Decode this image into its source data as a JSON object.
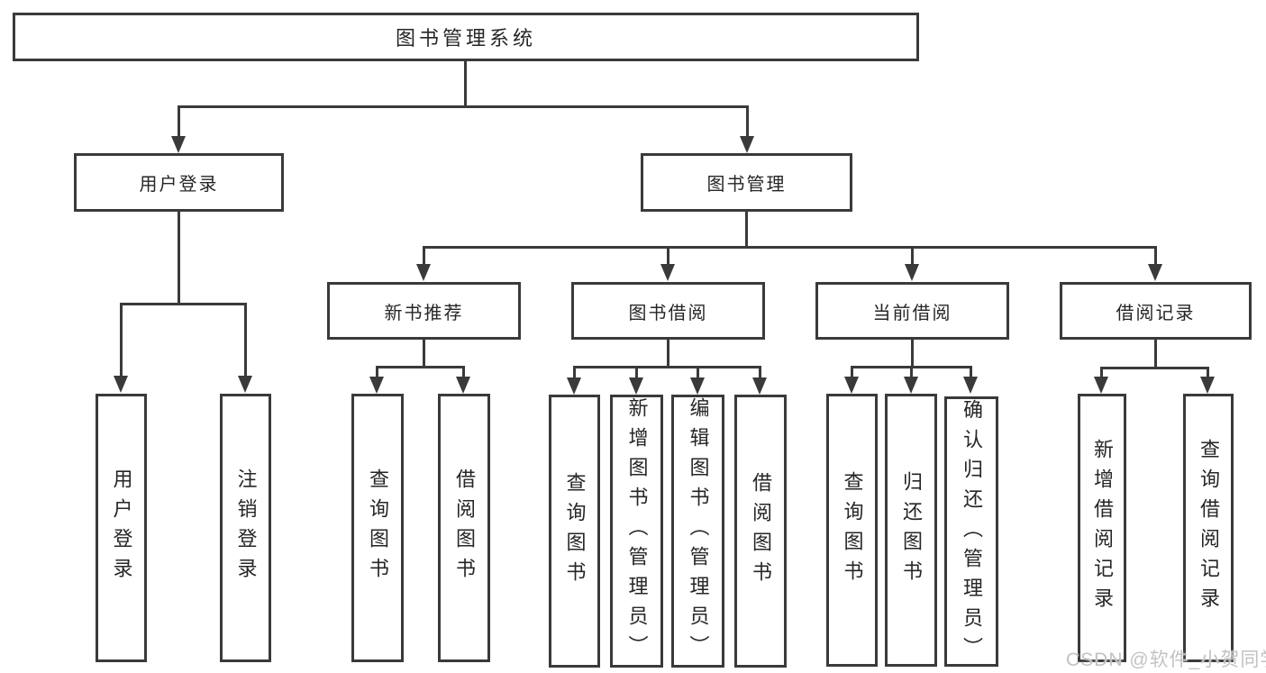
{
  "colors": {
    "line": "#3a3a3a",
    "text": "#262626",
    "bg": "#ffffff",
    "watermark": "#c2c2c2"
  },
  "chart_type": "hierarchy-diagram",
  "tree": {
    "root": {
      "label": "图书管理系统",
      "children": [
        {
          "label": "用户登录",
          "children": [
            {
              "label": "用户登录"
            },
            {
              "label": "注销登录"
            }
          ]
        },
        {
          "label": "图书管理",
          "children": [
            {
              "label": "新书推荐",
              "children": [
                {
                  "label": "查询图书"
                },
                {
                  "label": "借阅图书"
                }
              ]
            },
            {
              "label": "图书借阅",
              "children": [
                {
                  "label": "查询图书"
                },
                {
                  "label": "新增图书（管理员）"
                },
                {
                  "label": "编辑图书（管理员）"
                },
                {
                  "label": "借阅图书"
                }
              ]
            },
            {
              "label": "当前借阅",
              "children": [
                {
                  "label": "查询图书"
                },
                {
                  "label": "归还图书"
                },
                {
                  "label": "确认归还（管理员）"
                }
              ]
            },
            {
              "label": "借阅记录",
              "children": [
                {
                  "label": "新增借阅记录"
                },
                {
                  "label": "查询借阅记录"
                }
              ]
            }
          ]
        }
      ]
    }
  },
  "watermark": {
    "text": "CSDN @软件_小贺同学"
  }
}
